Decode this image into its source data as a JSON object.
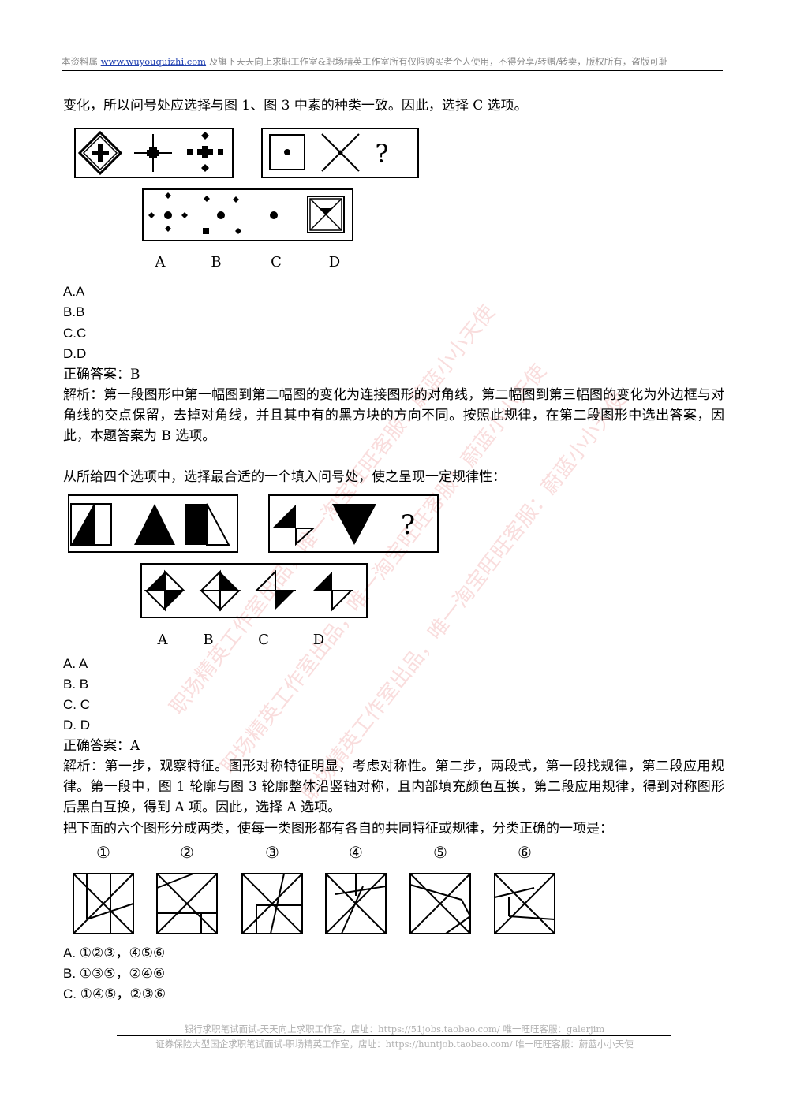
{
  "header": {
    "prefix": "本资料属 ",
    "link": "www.wuyouquizhi.com",
    "suffix": " 及旗下天天向上求职工作室&职场精英工作室所有仅限购买者个人使用，不得分享/转赠/转卖，版权所有，盗版可耻"
  },
  "q1": {
    "intro": "变化，所以问号处应选择与图 1、图 3 中素的种类一致。因此，选择 C 选项。",
    "figure_labels": [
      "A",
      "B",
      "C",
      "D"
    ],
    "question_mark": "?",
    "options": [
      "A.A",
      "B.B",
      "C.C",
      "D.D"
    ],
    "answer": "正确答案：B",
    "explanation": "解析：第一段图形中第一幅图到第二幅图的变化为连接图形的对角线，第二幅图到第三幅图的变化为外边框与对角线的交点保留，去掉对角线，并且其中有的黑方块的方向不同。按照此规律，在第二段图形中选出答案，因此，本题答案为 B 选项。"
  },
  "q2": {
    "stem": "从所给四个选项中，选择最合适的一个填入问号处，使之呈现一定规律性：",
    "figure_labels": [
      "A",
      "B",
      "C",
      "D"
    ],
    "question_mark": "?",
    "options": [
      "A. A",
      "B. B",
      "C. C",
      "D. D"
    ],
    "answer": "正确答案：A",
    "explanation": "解析：第一步，观察特征。图形对称特征明显，考虑对称性。第二步，两段式，第一段找规律，第二段应用规律。第一段中，图 1 轮廓与图 3 轮廓整体沿竖轴对称，且内部填充颜色互换，第二段应用规律，得到对称图形后黑白互换，得到 A 项。因此，选择 A 选项。"
  },
  "q3": {
    "stem": "把下面的六个图形分成两类，使每一类图形都有各自的共同特征或规律，分类正确的一项是：",
    "figure_labels": [
      "①",
      "②",
      "③",
      "④",
      "⑤",
      "⑥"
    ],
    "options": [
      "A.  ①②③，④⑤⑥",
      "B.  ①③⑤，②④⑥",
      "C.  ①④⑤，②③⑥"
    ]
  },
  "footer": {
    "line1": "银行求职笔试面试-天天向上求职工作室，店址：https://51jobs.taobao.com/  唯一旺旺客服：galerjim",
    "line2": "证券保险大型国企求职笔试面试-职场精英工作室，店址：https://huntjob.taobao.com/  唯一旺旺客服：蔚蓝小小天使"
  },
  "watermark": [
    "职场精英工作室出品，唯一淘宝旺旺客服：蔚蓝小小天使",
    "职场精英工作室出品，唯一淘宝旺旺客服：蔚蓝小小天使",
    "职场精英工作室出品，唯一淘宝旺旺客服：蔚蓝小小天使"
  ]
}
